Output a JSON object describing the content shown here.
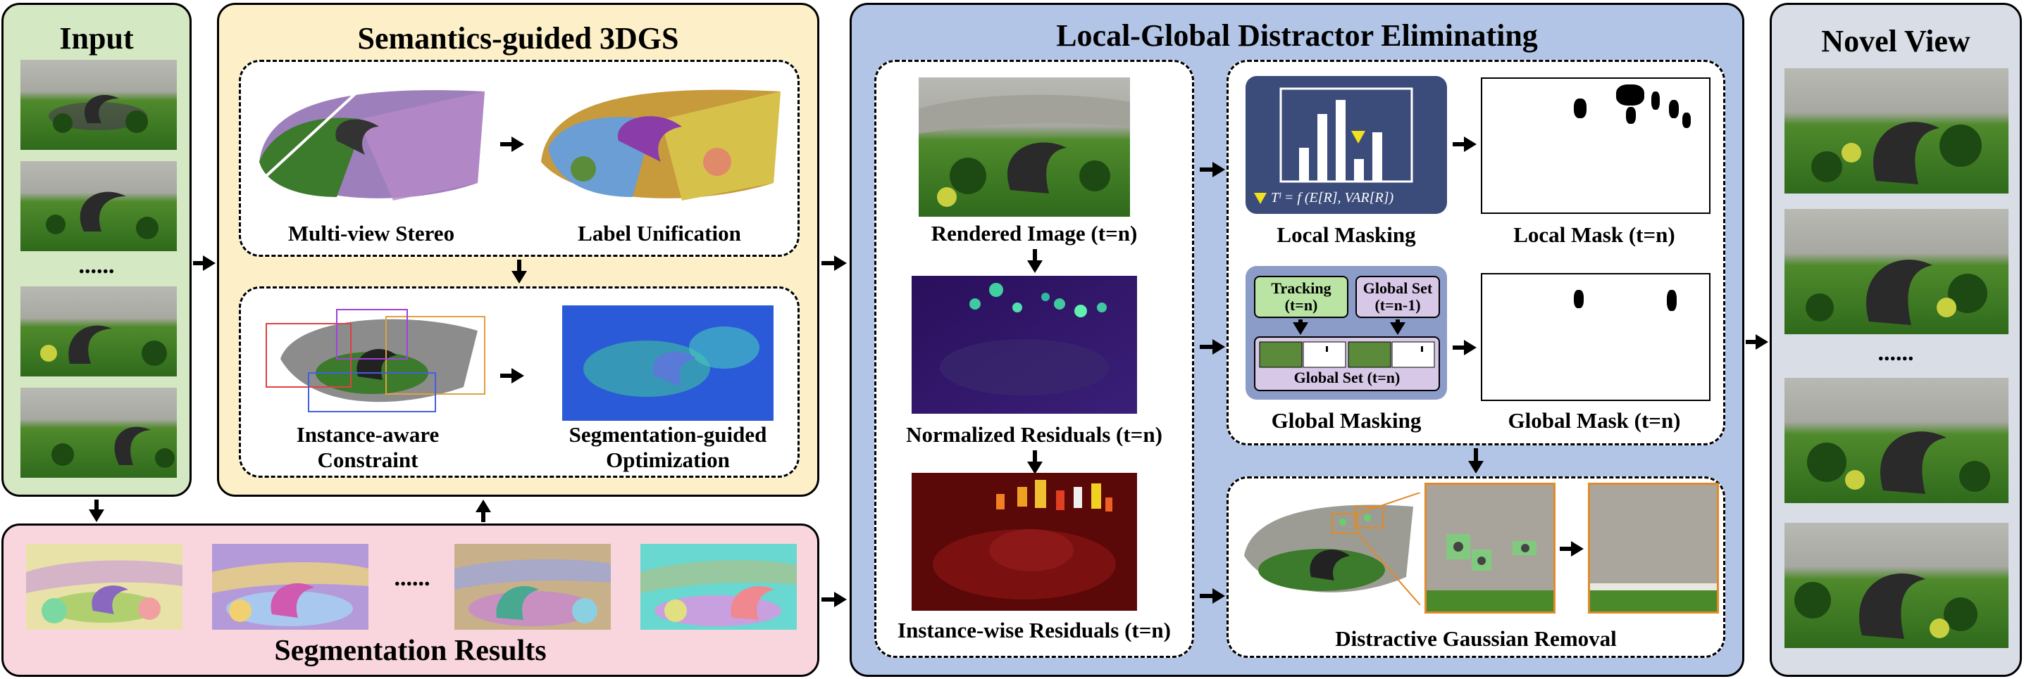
{
  "input": {
    "title": "Input",
    "dots": "......"
  },
  "semantics": {
    "title": "Semantics-guided 3DGS",
    "mvs_label": "Multi-view Stereo",
    "label_unif": "Label Unification",
    "instance_label": "Instance-aware Constraint",
    "segopt_label": "Segmentation-guided Optimization"
  },
  "segmentation": {
    "title": "Segmentation Results",
    "dots": "......"
  },
  "lgde": {
    "title": "Local-Global Distractor Eliminating",
    "rendered": "Rendered Image (t=n)",
    "normalized": "Normalized Residuals (t=n)",
    "instance_res": "Instance-wise Residuals (t=n)",
    "local_masking": "Local Masking",
    "local_mask": "Local Mask (t=n)",
    "global_masking": "Global Masking",
    "global_mask": "Global Mask (t=n)",
    "removal": "Distractive Gaussian Removal",
    "formula": "Tˡ = f (E[R],  VAR[R])",
    "tracking": "Tracking (t=n)",
    "global_set_prev": "Global Set (t=n-1)",
    "global_set": "Global Set (t=n)"
  },
  "novel": {
    "title": "Novel View",
    "dots": "......"
  },
  "colors": {
    "input_bg": "#d5e8c4",
    "semantics_bg": "#fdf0c8",
    "segmentation_bg": "#f9d6dd",
    "lgde_bg": "#b3c5e6",
    "novel_bg": "#d8dde6",
    "local_masking_bg": "#3b4c7a",
    "global_masking_bg": "#8c9cc8",
    "tracking_bg": "#b9e4a4",
    "global_set_bg": "#d8c8e8",
    "removal_border": "#e08a2a"
  }
}
